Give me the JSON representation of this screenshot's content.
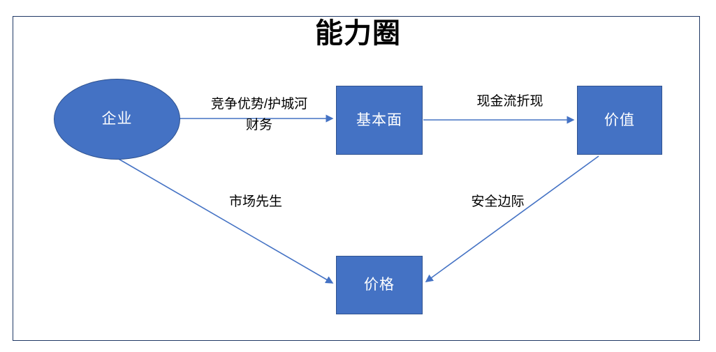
{
  "slide": {
    "title": "能力圈",
    "border_color": "#1F3864",
    "background": "#ffffff"
  },
  "theme": {
    "node_fill": "#4472C4",
    "node_stroke": "#2F528F",
    "node_text_color": "#ffffff",
    "connector_color": "#4472C4",
    "label_text_color": "#000000"
  },
  "diagram": {
    "type": "flow-diagram",
    "nodes": [
      {
        "id": "enterprise",
        "label": "企业",
        "shape": "ellipse",
        "icon": "ellipse-shape"
      },
      {
        "id": "fundamentals",
        "label": "基本面",
        "shape": "rectangle",
        "icon": "rectangle-shape"
      },
      {
        "id": "value",
        "label": "价值",
        "shape": "rectangle",
        "icon": "rectangle-shape"
      },
      {
        "id": "price",
        "label": "价格",
        "shape": "rectangle",
        "icon": "rectangle-shape"
      }
    ],
    "edges": [
      {
        "id": "enterprise-to-fundamentals",
        "from": "enterprise",
        "to": "fundamentals",
        "label_line1": "竞争优势/护城河",
        "label_line2": "财务",
        "arrow": "arrow-right-icon"
      },
      {
        "id": "fundamentals-to-value",
        "from": "fundamentals",
        "to": "value",
        "label_line1": "现金流折现",
        "label_line2": "",
        "arrow": "arrow-right-icon"
      },
      {
        "id": "enterprise-to-price",
        "from": "enterprise",
        "to": "price",
        "label_line1": "市场先生",
        "label_line2": "",
        "arrow": "arrow-diagonal-down-right-icon"
      },
      {
        "id": "value-to-price",
        "from": "value",
        "to": "price",
        "label_line1": "安全边际",
        "label_line2": "",
        "arrow": "arrow-diagonal-down-left-icon"
      }
    ]
  }
}
